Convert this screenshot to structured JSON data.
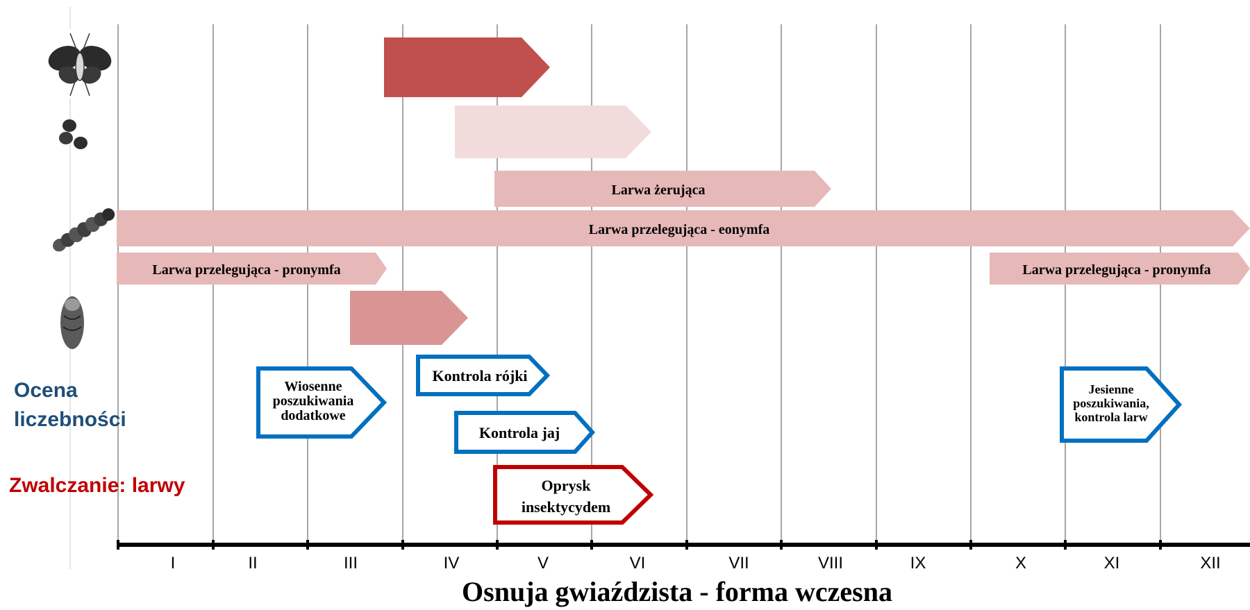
{
  "title": "Osnuja gwiaździsta  - forma wczesna",
  "months": [
    "I",
    "II",
    "III",
    "IV",
    "V",
    "VI",
    "VII",
    "VIII",
    "IX",
    "X",
    "XI",
    "XII"
  ],
  "labels": {
    "ocena_line1": "Ocena",
    "ocena_line2": "liczebności",
    "zwalczanie": "Zwalczanie: larwy"
  },
  "stage_icons": [
    "moth-icon",
    "eggs-icon",
    "larva-icon",
    "pupa-icon"
  ],
  "bars": {
    "adult": {
      "label": ""
    },
    "eggs": {
      "label": ""
    },
    "larva_feeding": {
      "label": "Larwa żerująca"
    },
    "larva_eonymph": {
      "label": "Larwa przelegująca - eonymfa"
    },
    "pronymph_spring": {
      "label": "Larwa przelegująca - pronymfa"
    },
    "pronymph_autumn": {
      "label": "Larwa przelegująca - pronymfa"
    },
    "pupa": {
      "label": ""
    }
  },
  "monitoring": {
    "spring_search": {
      "line1": "Wiosenne",
      "line2": "poszukiwania",
      "line3": "dodatkowe"
    },
    "swarm_control": {
      "label": "Kontrola rójki"
    },
    "egg_control": {
      "label": "Kontrola jaj"
    },
    "autumn_search": {
      "line1": "Jesienne",
      "line2": "poszukiwania,",
      "line3": "kontrola larw"
    }
  },
  "control": {
    "spray": {
      "line1": "Oprysk",
      "line2": "insektycydem"
    }
  },
  "colors": {
    "adult": "#c0504d",
    "eggs": "#f2dcdb",
    "larva": "#e6b8b7",
    "pupa": "#d99594",
    "monitoring_border": "#0070c0",
    "control_border": "#c00000",
    "ocena_text": "#1f4e79",
    "zwalczanie_text": "#c00000"
  }
}
